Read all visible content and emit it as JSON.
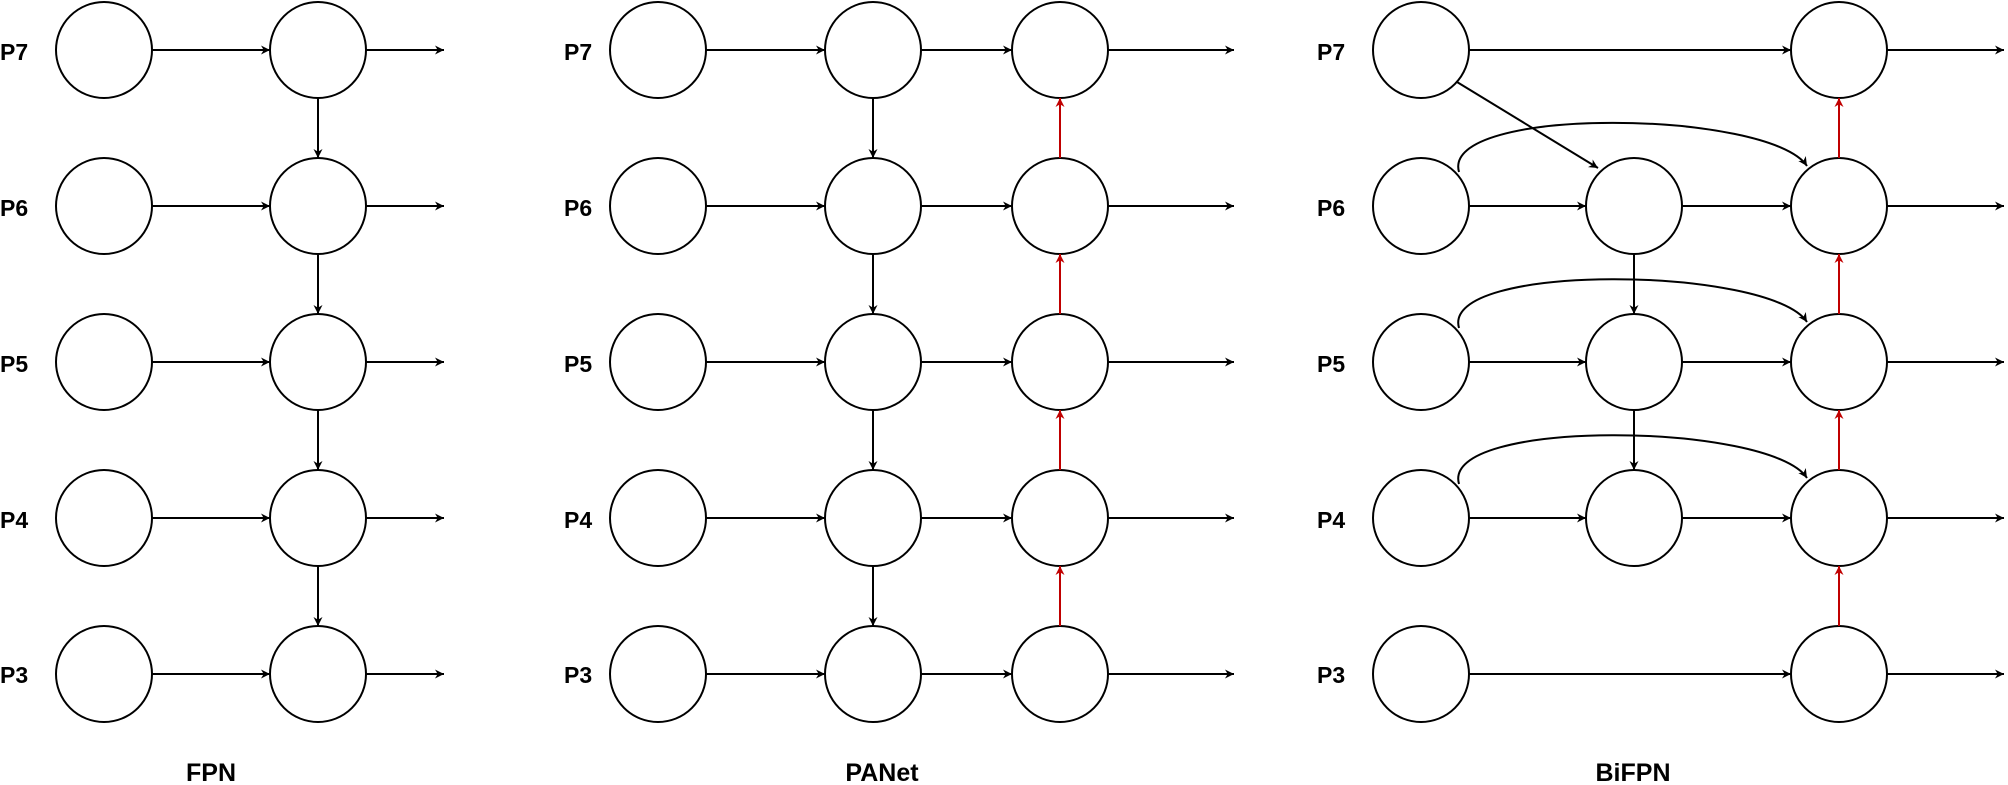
{
  "diagrams": [
    {
      "id": "fpn",
      "title": "FPN",
      "levels": [
        "P7",
        "P6",
        "P5",
        "P4",
        "P3"
      ]
    },
    {
      "id": "panet",
      "title": "PANet",
      "levels": [
        "P7",
        "P6",
        "P5",
        "P4",
        "P3"
      ]
    },
    {
      "id": "bifpn",
      "title": "BiFPN",
      "levels": [
        "P7",
        "P6",
        "P5",
        "P4",
        "P3"
      ]
    }
  ],
  "colors": {
    "edge": "#000000",
    "bottom_up_edge": "#c00000",
    "node_fill": "#ffffff",
    "node_stroke": "#000000"
  }
}
